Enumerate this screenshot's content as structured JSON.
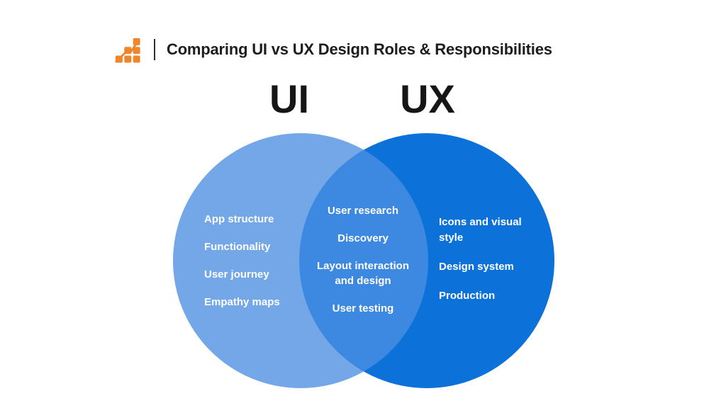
{
  "header": {
    "logo_color": "#F0862B",
    "title": "Comparing UI vs UX Design Roles & Responsibilities"
  },
  "venn": {
    "left_label": "UI",
    "right_label": "UX",
    "colors": {
      "left_circle_base": "#4B8EE2",
      "left_circle_rendered": "#73A7E8",
      "right_circle": "#0C72D9",
      "overlap_rendered": "#3D88E0",
      "item_text": "#FFFFFF",
      "label_text": "#161616"
    },
    "left_items": [
      "App structure",
      "Functionality",
      "User journey",
      "Empathy maps"
    ],
    "middle_items": [
      "User research",
      "Discovery",
      "Layout interaction and design",
      "User testing"
    ],
    "right_items": [
      "Icons and visual style",
      "Design system",
      "Production"
    ]
  }
}
